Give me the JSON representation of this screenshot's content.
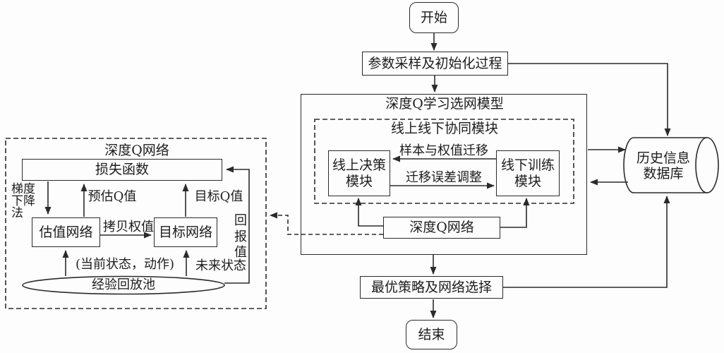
{
  "colors": {
    "ink": "#2b2b2b",
    "background": "#fdfdfd"
  },
  "flow": {
    "start": "开始",
    "param_init": "参数采样及初始化过程",
    "optimal_select": "最优策略及网络选择",
    "end": "结束"
  },
  "model": {
    "title": "深度Q学习选网模型",
    "collab_title": "线上线下协同模块",
    "online_module": "线上决策\n模块",
    "offline_module": "线下训练\n模块",
    "sample_weight_transfer": "样本与权值迁移",
    "transfer_error_adjust": "迁移误差调整",
    "dqn": "深度Q网络"
  },
  "database": {
    "name": "历史信息\n数据库"
  },
  "dqn_detail": {
    "title": "深度Q网络",
    "loss_function": "损失函数",
    "value_network": "估值网络",
    "target_network": "目标网络",
    "replay_pool": "经验回放池",
    "gradient_descent": "梯度\n下降\n法",
    "estimated_q": "预估Q值",
    "target_q": "目标Q值",
    "copy_weights": "拷贝权值",
    "reward_value": "回\n报\n值",
    "current_state_action": "(当前状态，动作)",
    "future_state": "未来状态"
  }
}
